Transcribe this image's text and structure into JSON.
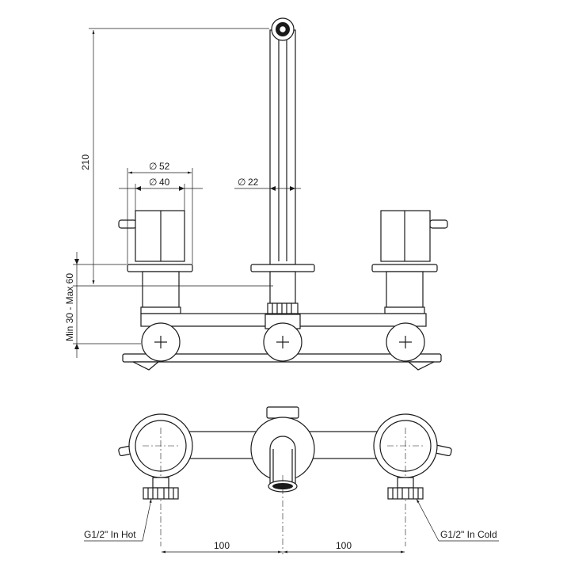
{
  "dimensions": {
    "spout_height": "210",
    "wall_depth": "Min 30 - Max 60",
    "knob_outer_diameter": "52",
    "knob_inner_diameter": "40",
    "spout_diameter": "22",
    "spacing_left": "100",
    "spacing_right": "100"
  },
  "labels": {
    "hot_inlet": "G1/2\" In Hot",
    "cold_inlet": "G1/2\" In Cold"
  },
  "symbols": {
    "diameter": "∅"
  }
}
